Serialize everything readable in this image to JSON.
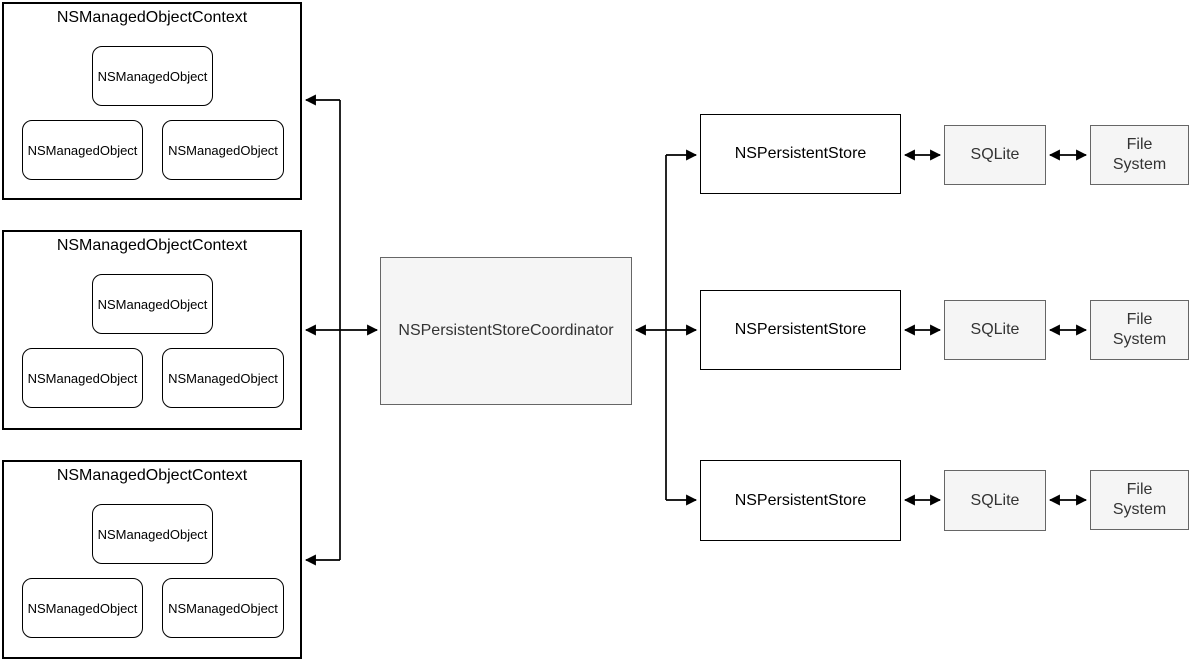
{
  "diagram": {
    "contexts": [
      {
        "title": "NSManagedObjectContext",
        "objects": [
          "NSManagedObject",
          "NSManagedObject",
          "NSManagedObject"
        ]
      },
      {
        "title": "NSManagedObjectContext",
        "objects": [
          "NSManagedObject",
          "NSManagedObject",
          "NSManagedObject"
        ]
      },
      {
        "title": "NSManagedObjectContext",
        "objects": [
          "NSManagedObject",
          "NSManagedObject",
          "NSManagedObject"
        ]
      }
    ],
    "coordinator_label": "NSPersistentStoreCoordinator",
    "store_labels": [
      "NSPersistentStore",
      "NSPersistentStore",
      "NSPersistentStore"
    ],
    "sqlite_labels": [
      "SQLite",
      "SQLite",
      "SQLite"
    ],
    "file_system_labels": [
      "File System",
      "File System",
      "File System"
    ],
    "colors": {
      "background": "#ffffff",
      "node_fill": "#ffffff",
      "node_border": "#000000",
      "shaded_fill": "#f5f5f5",
      "shaded_border": "#666666",
      "shaded_text": "#333333",
      "connector": "#000000"
    }
  }
}
